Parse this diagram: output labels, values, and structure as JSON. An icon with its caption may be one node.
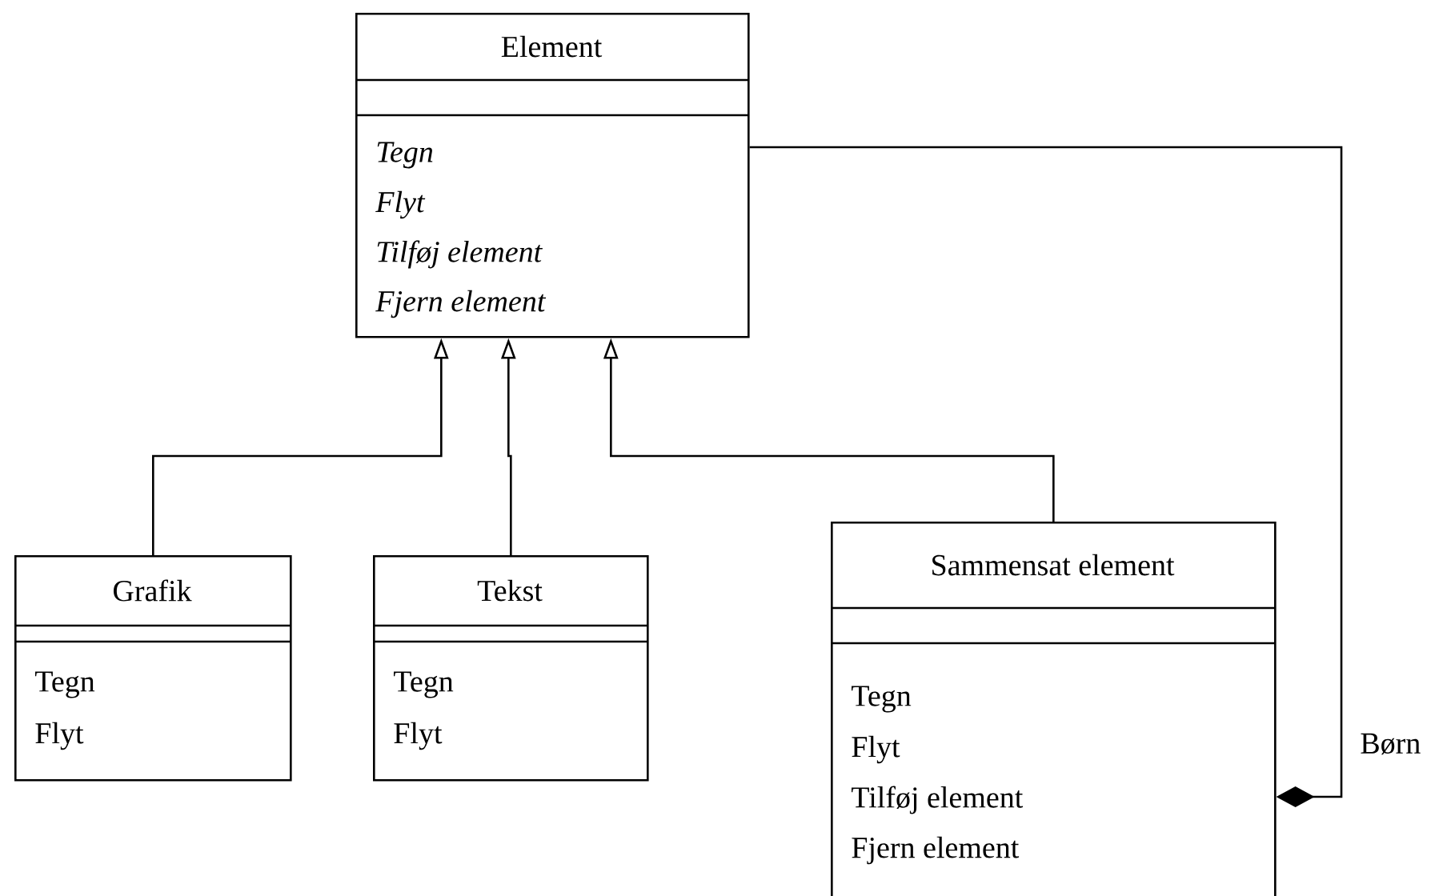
{
  "diagram": {
    "nodes": [
      {
        "text": [
          "Element",
          "Tegn",
          "Flyt",
          "Tilføj element",
          "Fjern element"
        ]
      },
      {
        "text": [
          "Grafik",
          "Tegn",
          "Flyt"
        ]
      },
      {
        "text": [
          "Tekst",
          "Tegn",
          "Flyt"
        ]
      },
      {
        "text": [
          "Sammensat element",
          "Tegn",
          "Flyt",
          "Tilføj element",
          "Fjern element"
        ]
      }
    ],
    "edges": [
      {
        "from": 1,
        "to": 0,
        "arrow": "to"
      },
      {
        "from": 2,
        "to": 0,
        "arrow": "to"
      },
      {
        "from": 3,
        "to": 0,
        "arrow": "to"
      },
      {
        "from": 0,
        "to": 3,
        "arrow": "other",
        "label": "Børn"
      }
    ]
  }
}
